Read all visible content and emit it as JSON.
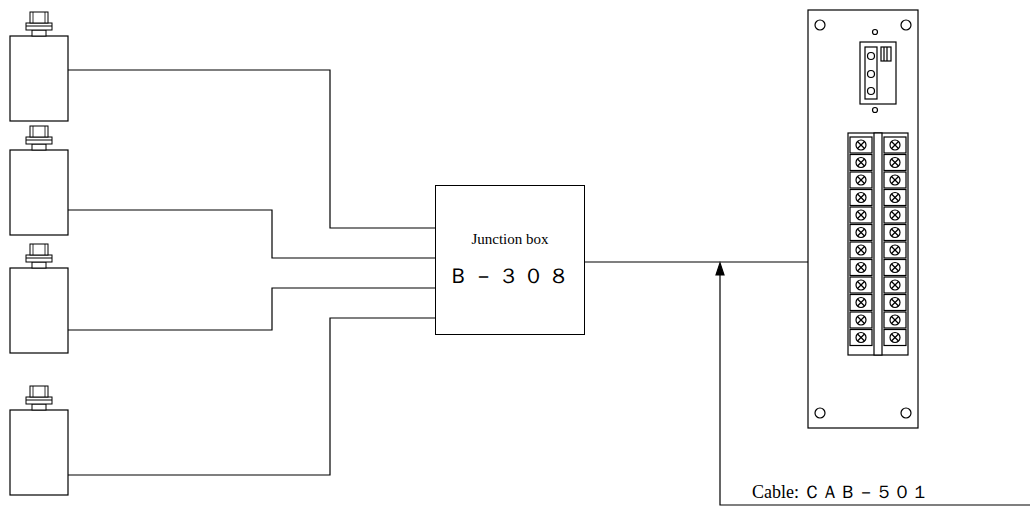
{
  "diagram": {
    "nodes": [
      {
        "text": [
          "Junction box",
          "Ｂ－３０８"
        ]
      }
    ],
    "labels": [
      "Cable: ＣＡＢ－５０１"
    ]
  }
}
